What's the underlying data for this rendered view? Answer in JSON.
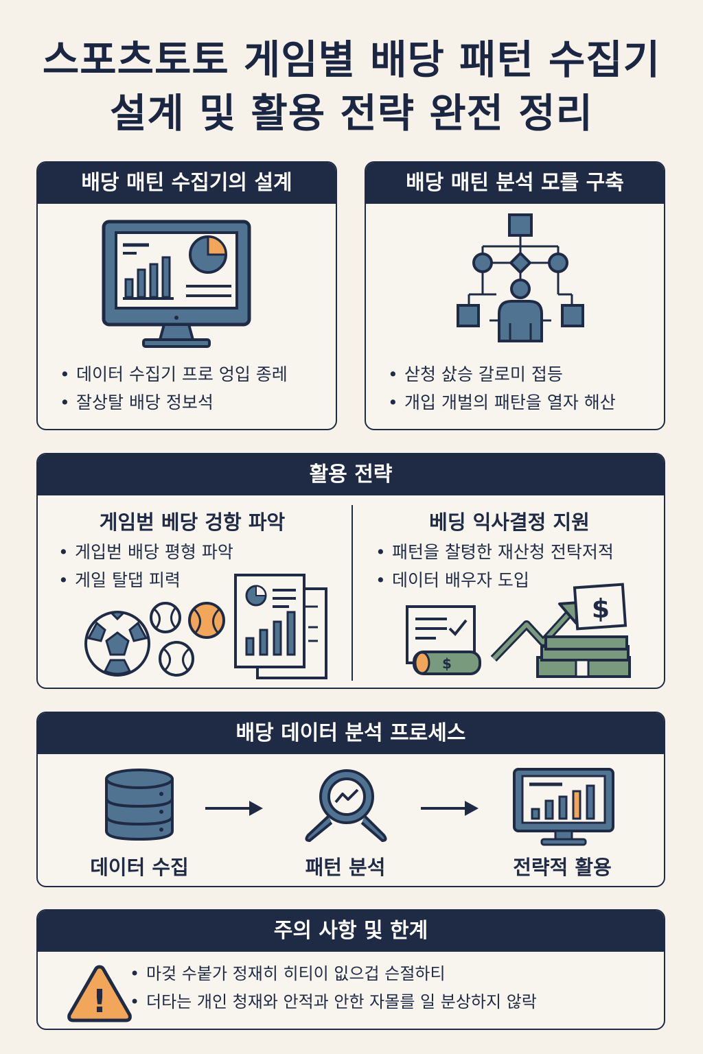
{
  "title": {
    "line1": "스포츠토토 게임별 배당 패턴 수집기",
    "line2": "설계 및 활용 전략 완전 정리"
  },
  "design_card": {
    "header": "배당 매틴 수집기의 설계",
    "bullets": [
      "데이터 수집기 프로 엉입 종레",
      "잘상탈 배당 정보석"
    ]
  },
  "model_card": {
    "header": "배당 매틴 분석 모를 구축",
    "bullets": [
      "삳청 삸승 갈로미 접등",
      "개입 개벌의 패탄을 열자 해산"
    ]
  },
  "strategy_card": {
    "header": "활용 전략",
    "left": {
      "title": "게임벋 베당 겅항 파악",
      "bullets": [
        "게입벋 배당 평형 파악",
        "게일 탈댑 피력"
      ]
    },
    "right": {
      "title": "베딩 익사결정 지원",
      "bullets": [
        "패턴을 찰텽한 재산청 전탁저적",
        "데이터 배우자 도입"
      ]
    }
  },
  "process_card": {
    "header": "배당 데이터 분석 프로세스",
    "steps": [
      "데이터 수집",
      "패턴 분석",
      "전략적 활용"
    ]
  },
  "caution_card": {
    "header": "주의 사항 및 한계",
    "bullets": [
      "마겆 수붙가 정재히 히티이 잆으겁 슨절하티",
      "더타는 개인 청재와 안적과 안한 자몰를 일 분상하지 않락"
    ]
  },
  "icons": {
    "dollar_symbol": "$",
    "warning_symbol": "!"
  },
  "colors": {
    "navy": "#1f2a44",
    "steel_blue": "#4f7391",
    "orange": "#f2a65a",
    "green": "#7a9a7e",
    "background": "#f6f2ea"
  }
}
